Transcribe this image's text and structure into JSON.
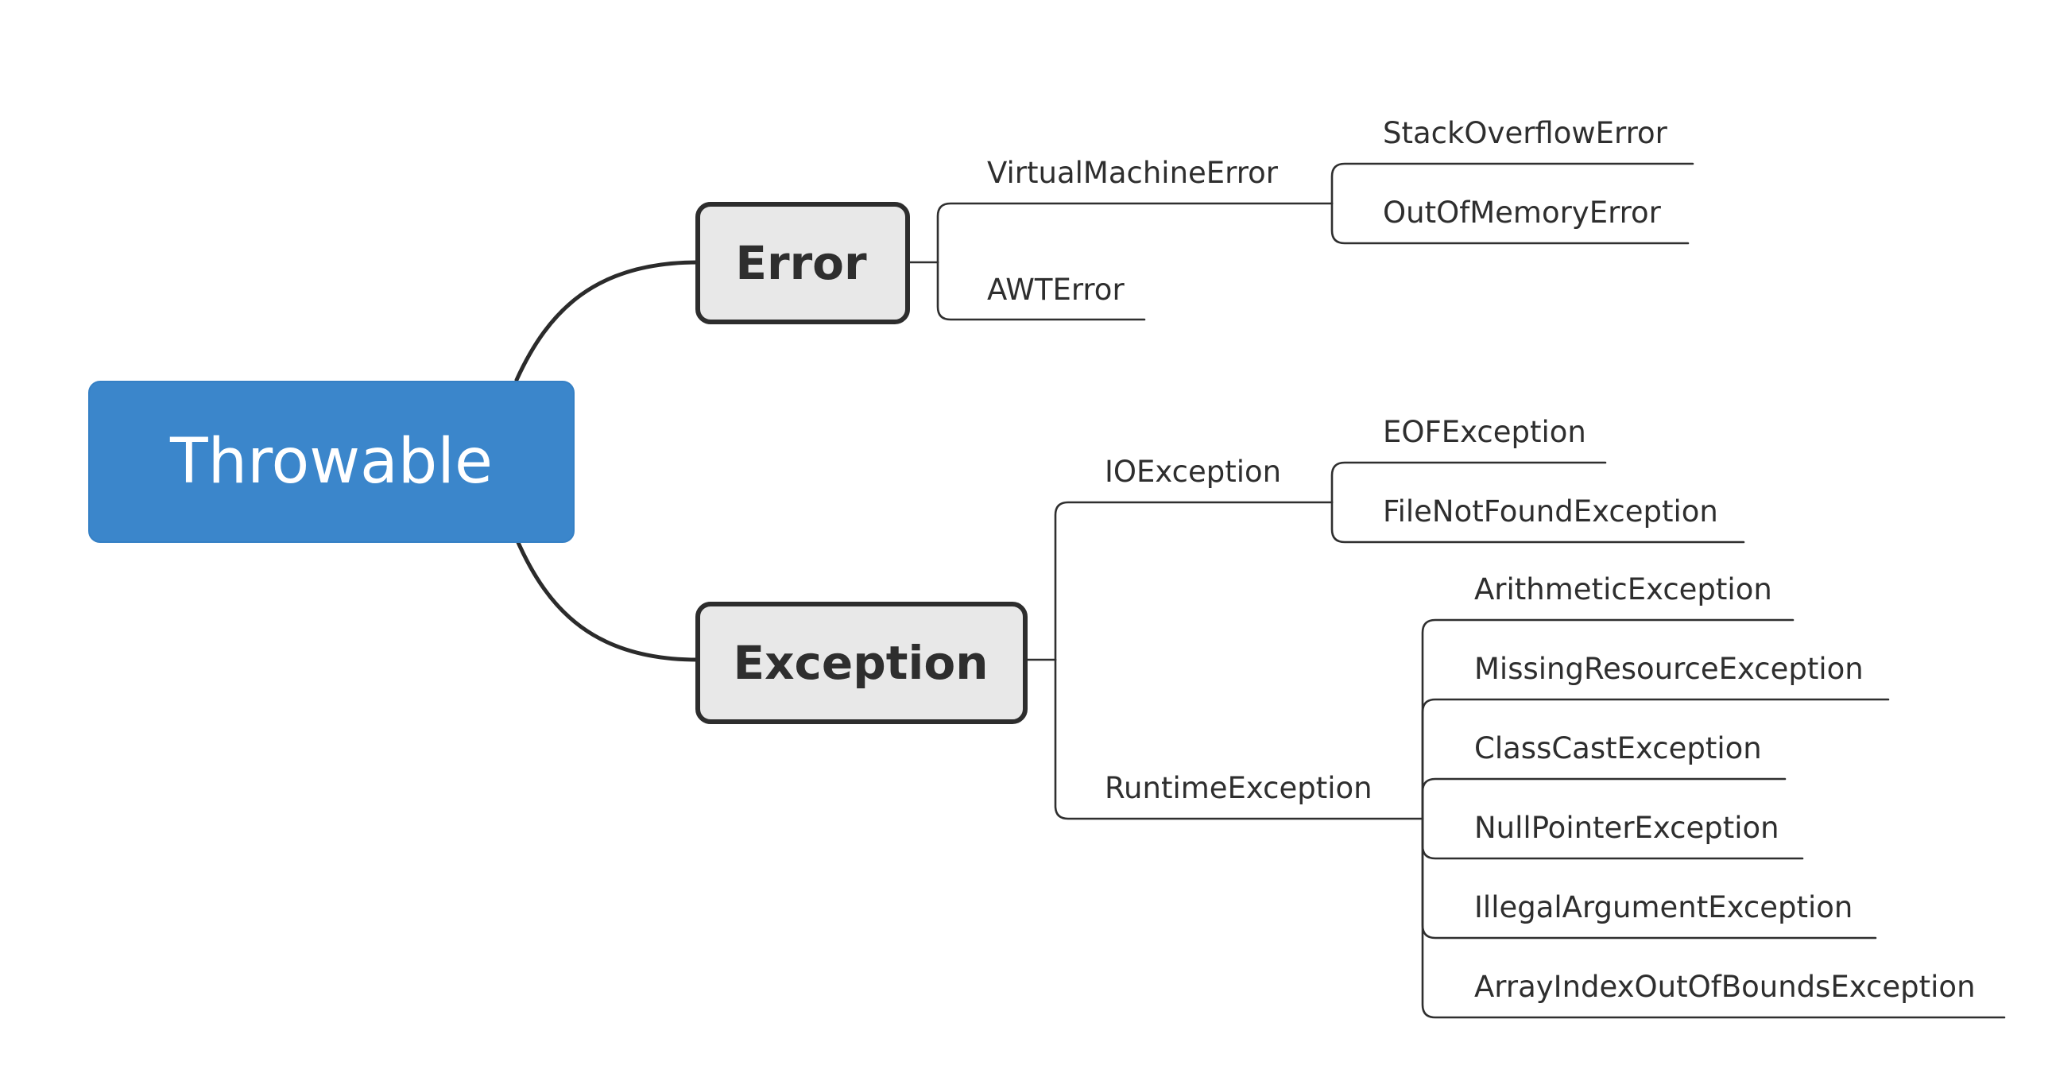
{
  "root": {
    "label": "Throwable"
  },
  "error": {
    "label": "Error",
    "children": [
      {
        "label": "VirtualMachineError",
        "children": [
          "StackOverflowError",
          "OutOfMemoryError"
        ]
      },
      {
        "label": "AWTError"
      }
    ]
  },
  "exception": {
    "label": "Exception",
    "children": [
      {
        "label": "IOException",
        "children": [
          "EOFException",
          "FileNotFoundException"
        ]
      },
      {
        "label": "RuntimeException",
        "children": [
          "ArithmeticException",
          "MissingResourceException",
          "ClassCastException",
          "NullPointerException",
          "IllegalArgumentException",
          "ArrayIndexOutOfBoundsException"
        ]
      }
    ]
  },
  "colors": {
    "root_fill": "#3b86cb",
    "node_fill": "#e8e8e8",
    "line": "#2f2f2f",
    "text": "#2e2e2e"
  }
}
